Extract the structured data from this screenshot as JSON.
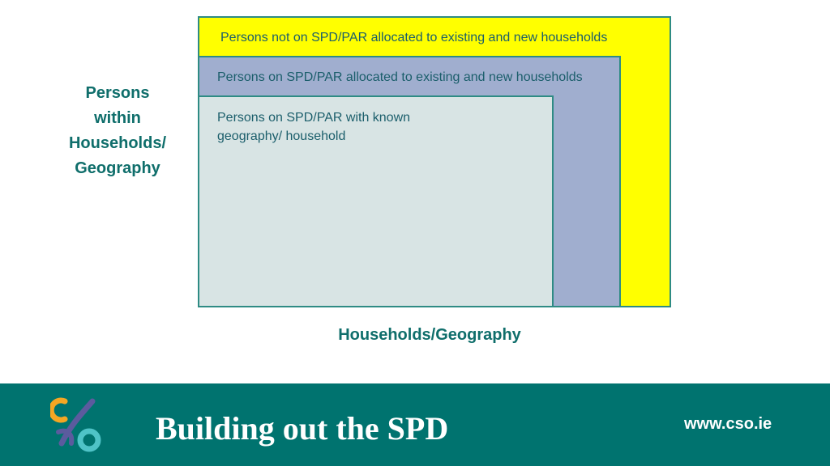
{
  "diagram": {
    "outer_box_label": "Persons not on SPD/PAR allocated to existing and new households",
    "middle_box_label": "Persons on SPD/PAR allocated to existing and new households",
    "inner_box_label": "Persons on SPD/PAR with known geography/ household",
    "y_axis_lines": [
      "Persons",
      "within",
      "Households/",
      "Geography"
    ],
    "x_axis_label": "Households/Geography",
    "colors": {
      "outer_fill": "#ffff00",
      "middle_fill": "#a0aecf",
      "inner_fill": "#d8e4e4",
      "border": "#2e8b84",
      "label_text": "#1b5e6b",
      "axis_text": "#0f6e6b"
    }
  },
  "footer": {
    "title": "Building out the SPD",
    "url": "www.cso.ie",
    "logo_icon": "cso-logo-icon",
    "colors": {
      "background": "#00736f",
      "logo_orange": "#f5a623",
      "logo_teal": "#4fc3c7",
      "logo_purple": "#5b5b9e"
    }
  }
}
